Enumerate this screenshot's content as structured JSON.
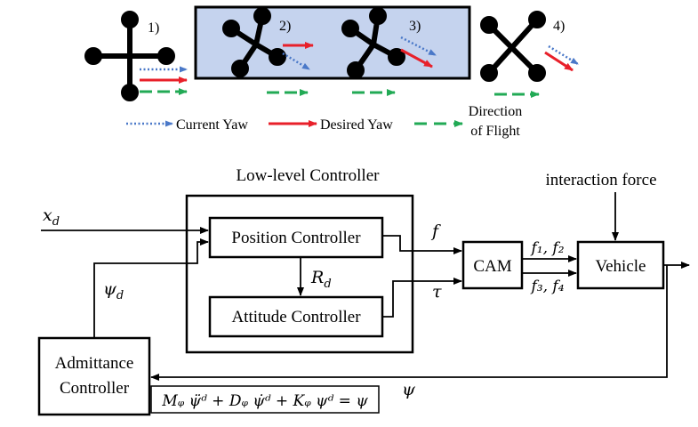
{
  "top": {
    "stages": [
      "1)",
      "2)",
      "3)",
      "4)"
    ],
    "legend": {
      "current_yaw": "Current Yaw",
      "desired_yaw": "Desired Yaw",
      "direction_line1": "Direction",
      "direction_line2": "of Flight"
    },
    "colors": {
      "current": "#4a78c8",
      "desired": "#e8202a",
      "direction": "#22aa55",
      "band": "#c5d3ee"
    }
  },
  "diagram": {
    "low_level_title": "Low-level Controller",
    "position_controller": "Position Controller",
    "attitude_controller": "Attitude Controller",
    "cam": "CAM",
    "vehicle": "Vehicle",
    "interaction_force": "interaction force",
    "admittance_line1": "Admittance",
    "admittance_line2": "Controller",
    "x_d": "x",
    "x_d_sub": "d",
    "psi_d": "ψ",
    "psi_d_sub": "d",
    "R_d": "R",
    "R_d_sub": "d",
    "f": "f",
    "tau": "τ",
    "psi": "ψ",
    "f12": "f₁, f₂",
    "f34": "f₃, f₄",
    "equation": "Mᵩ ψ̈ᵈ + Dᵩ ψ̇ᵈ + Kᵩ ψᵈ = ψ"
  }
}
